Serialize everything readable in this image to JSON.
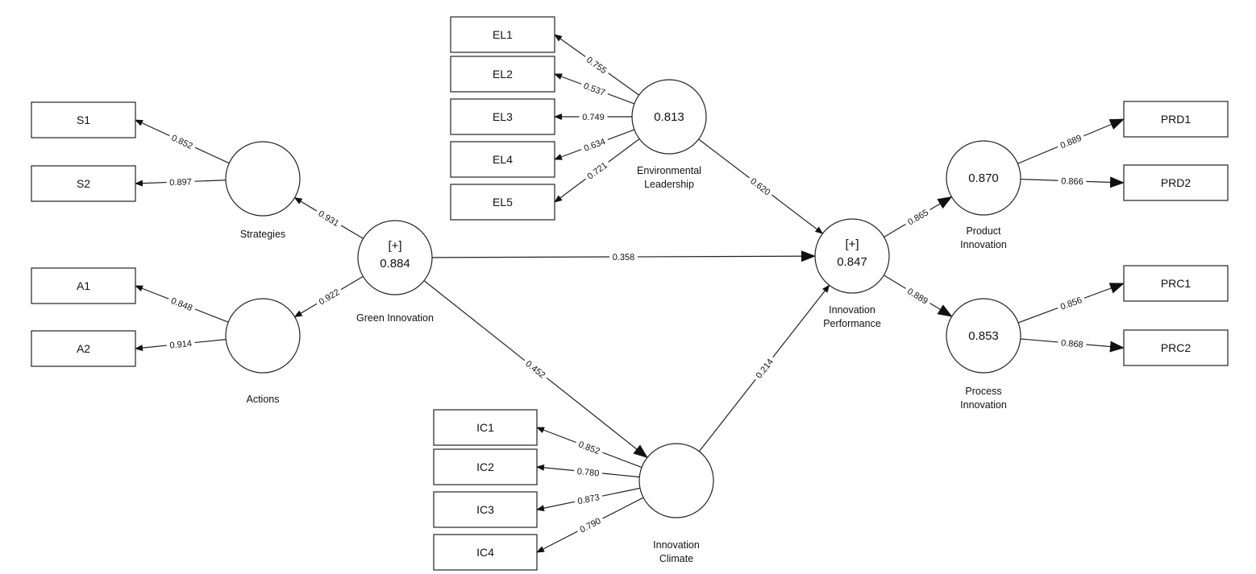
{
  "colors": {
    "stroke": "#222222",
    "fill": "#ffffff",
    "text": "#111111"
  },
  "nodes": [
    {
      "id": "el",
      "value": "0.813",
      "tag": "",
      "label": [
        "Environmental",
        "Leadership"
      ]
    },
    {
      "id": "str",
      "value": "",
      "tag": "",
      "label": [
        "Strategies"
      ]
    },
    {
      "id": "act",
      "value": "",
      "tag": "",
      "label": [
        "Actions"
      ]
    },
    {
      "id": "gi",
      "value": "0.884",
      "tag": "[+]",
      "label": [
        "Green Innovation"
      ]
    },
    {
      "id": "ip",
      "value": "0.847",
      "tag": "[+]",
      "label": [
        "Innovation",
        "Performance"
      ]
    },
    {
      "id": "ic",
      "value": "",
      "tag": "",
      "label": [
        "Innovation",
        "Climate"
      ]
    },
    {
      "id": "pd",
      "value": "0.870",
      "tag": "",
      "label": [
        "Product",
        "Innovation"
      ]
    },
    {
      "id": "pc",
      "value": "0.853",
      "tag": "",
      "label": [
        "Process",
        "Innovation"
      ]
    }
  ],
  "indicators": [
    {
      "id": "EL1",
      "label": "EL1"
    },
    {
      "id": "EL2",
      "label": "EL2"
    },
    {
      "id": "EL3",
      "label": "EL3"
    },
    {
      "id": "EL4",
      "label": "EL4"
    },
    {
      "id": "EL5",
      "label": "EL5"
    },
    {
      "id": "S1",
      "label": "S1"
    },
    {
      "id": "S2",
      "label": "S2"
    },
    {
      "id": "A1",
      "label": "A1"
    },
    {
      "id": "A2",
      "label": "A2"
    },
    {
      "id": "IC1",
      "label": "IC1"
    },
    {
      "id": "IC2",
      "label": "IC2"
    },
    {
      "id": "IC3",
      "label": "IC3"
    },
    {
      "id": "IC4",
      "label": "IC4"
    },
    {
      "id": "PRD1",
      "label": "PRD1"
    },
    {
      "id": "PRD2",
      "label": "PRD2"
    },
    {
      "id": "PRC1",
      "label": "PRC1"
    },
    {
      "id": "PRC2",
      "label": "PRC2"
    }
  ],
  "edges": [
    {
      "from": "el",
      "to": "EL1",
      "label": "0.755"
    },
    {
      "from": "el",
      "to": "EL2",
      "label": "0.537"
    },
    {
      "from": "el",
      "to": "EL3",
      "label": "0.749"
    },
    {
      "from": "el",
      "to": "EL4",
      "label": "0.634"
    },
    {
      "from": "el",
      "to": "EL5",
      "label": "0.721"
    },
    {
      "from": "str",
      "to": "S1",
      "label": "0.852"
    },
    {
      "from": "str",
      "to": "S2",
      "label": "0.897"
    },
    {
      "from": "act",
      "to": "A1",
      "label": "0.848"
    },
    {
      "from": "act",
      "to": "A2",
      "label": "0.914"
    },
    {
      "from": "gi",
      "to": "str",
      "label": "0.931"
    },
    {
      "from": "gi",
      "to": "act",
      "label": "0.922"
    },
    {
      "from": "gi",
      "to": "ip",
      "label": "0.358"
    },
    {
      "from": "gi",
      "to": "ic",
      "label": "0.452"
    },
    {
      "from": "el",
      "to": "ip",
      "label": "0.620"
    },
    {
      "from": "ic",
      "to": "ip",
      "label": "0.214"
    },
    {
      "from": "ic",
      "to": "IC1",
      "label": "0.852"
    },
    {
      "from": "ic",
      "to": "IC2",
      "label": "0.780"
    },
    {
      "from": "ic",
      "to": "IC3",
      "label": "0.873"
    },
    {
      "from": "ic",
      "to": "IC4",
      "label": "0.790"
    },
    {
      "from": "ip",
      "to": "pd",
      "label": "0.865"
    },
    {
      "from": "ip",
      "to": "pc",
      "label": "0.889"
    },
    {
      "from": "pd",
      "to": "PRD1",
      "label": "0.889"
    },
    {
      "from": "pd",
      "to": "PRD2",
      "label": "0.866"
    },
    {
      "from": "pc",
      "to": "PRC1",
      "label": "0.856"
    },
    {
      "from": "pc",
      "to": "PRC2",
      "label": "0.868"
    }
  ]
}
